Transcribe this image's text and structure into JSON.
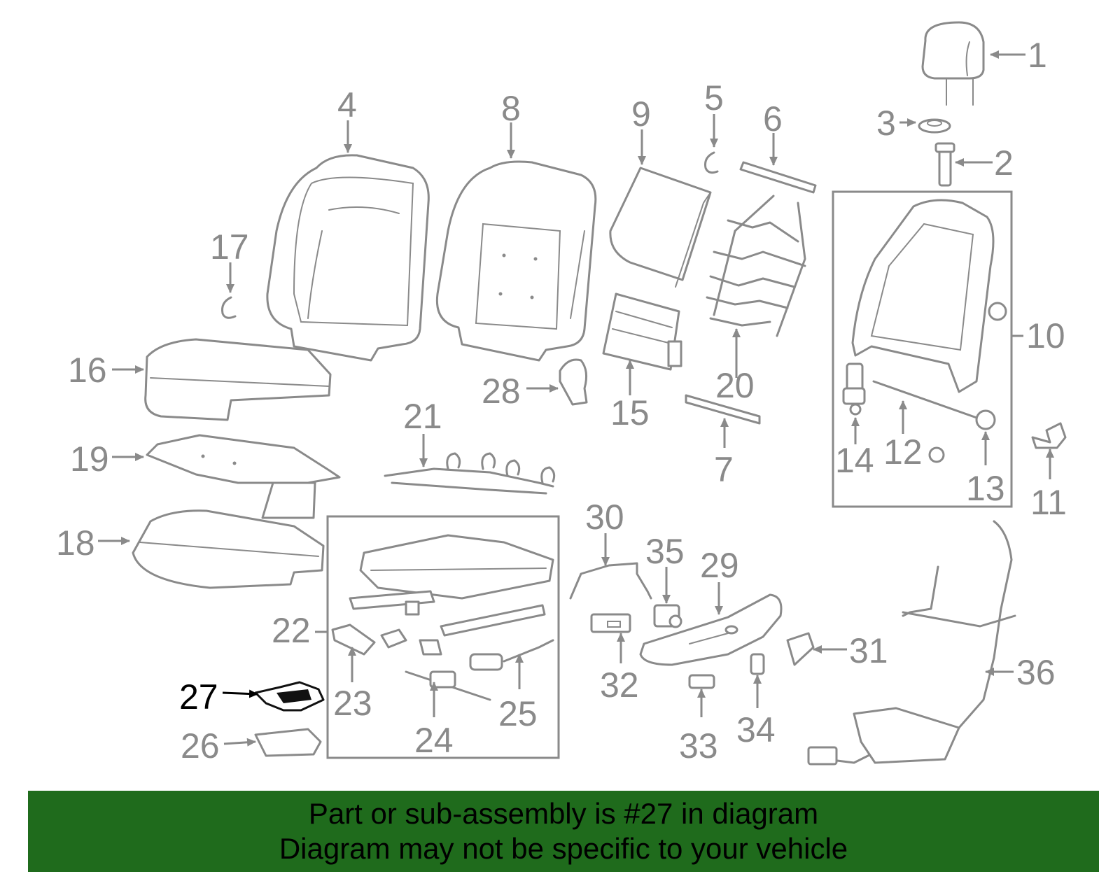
{
  "callouts": {
    "c1": "1",
    "c2": "2",
    "c3": "3",
    "c4": "4",
    "c5": "5",
    "c6": "6",
    "c7": "7",
    "c8": "8",
    "c9": "9",
    "c10": "10",
    "c11": "11",
    "c12": "12",
    "c13": "13",
    "c14": "14",
    "c15": "15",
    "c16": "16",
    "c17": "17",
    "c18": "18",
    "c19": "19",
    "c20": "20",
    "c21": "21",
    "c22": "22",
    "c23": "23",
    "c24": "24",
    "c25": "25",
    "c26": "26",
    "c27": "27",
    "c28": "28",
    "c29": "29",
    "c30": "30",
    "c31": "31",
    "c32": "32",
    "c33": "33",
    "c34": "34",
    "c35": "35",
    "c36": "36"
  },
  "highlighted_part": "27",
  "colors": {
    "line_gray": "#8a8a8a",
    "highlight": "#000000",
    "banner_bg": "#1f6b1c",
    "banner_text": "#000000"
  },
  "banner": {
    "line1": "Part or sub-assembly is #27 in diagram",
    "line2": "Diagram may not be specific to your vehicle"
  }
}
